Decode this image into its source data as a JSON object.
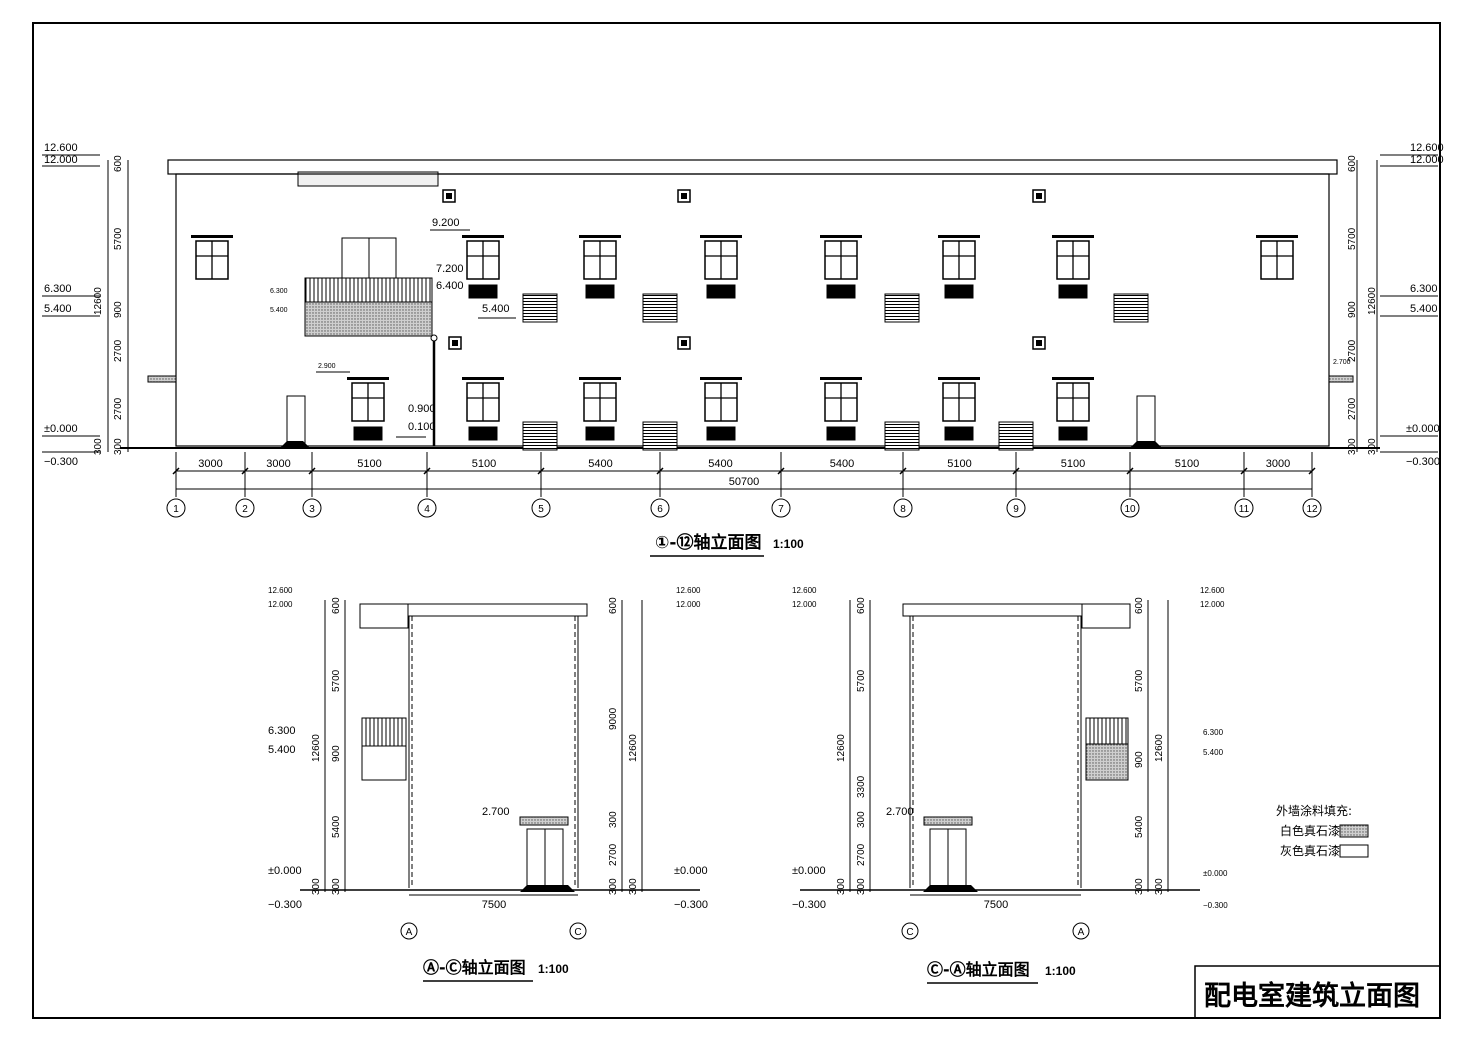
{
  "sheet_title": "配电室建筑立面图",
  "front": {
    "title": "①-⑫轴立面图",
    "scale": "1:100",
    "levels_left": [
      "12.600",
      "12.000",
      "6.300",
      "5.400",
      "±0.000",
      "−0.300"
    ],
    "levels_right": [
      "12.600",
      "12.000",
      "6.300",
      "5.400",
      "±0.000",
      "−0.300"
    ],
    "vert_dims_left": [
      "600",
      "5700",
      "12600",
      "900",
      "2700",
      "2700",
      "300",
      "300"
    ],
    "vert_dims_right": [
      "600",
      "5700",
      "12600",
      "900",
      "2700",
      "2700",
      "300",
      "300"
    ],
    "inner_levels": [
      "9.200",
      "7.200",
      "6.400",
      "5.400",
      "6.300",
      "5.400",
      "2.900",
      "0.900",
      "0.100",
      "2.700"
    ],
    "spans": [
      "3000",
      "3000",
      "5100",
      "5100",
      "5400",
      "5400",
      "5400",
      "5100",
      "5100",
      "5100",
      "3000"
    ],
    "total": "50700",
    "axes": [
      "1",
      "2",
      "3",
      "4",
      "5",
      "6",
      "7",
      "8",
      "9",
      "10",
      "11",
      "12"
    ]
  },
  "side_ac": {
    "title": "Ⓐ-Ⓒ轴立面图",
    "scale": "1:100",
    "levels_left": [
      "12.600",
      "12.000",
      "6.300",
      "5.400",
      "±0.000",
      "−0.300"
    ],
    "levels_right": [
      "12.600",
      "12.000",
      "±0.000",
      "−0.300"
    ],
    "canopy_level": "2.700",
    "dims_left": [
      "600",
      "5700",
      "12600",
      "900",
      "5400",
      "300",
      "300"
    ],
    "dims_right": [
      "600",
      "9000",
      "12600",
      "300",
      "2700",
      "300",
      "300"
    ],
    "width": "7500",
    "axes": [
      "A",
      "C"
    ]
  },
  "side_ca": {
    "title": "Ⓒ-Ⓐ轴立面图",
    "scale": "1:100",
    "levels_left": [
      "12.600",
      "12.000",
      "±0.000",
      "−0.300"
    ],
    "levels_right": [
      "12.600",
      "12.000",
      "6.300",
      "5.400",
      "±0.000",
      "−0.300"
    ],
    "canopy_level": "2.700",
    "dims_left": [
      "600",
      "5700",
      "12600",
      "3300",
      "300",
      "2700",
      "300",
      "300"
    ],
    "dims_right": [
      "600",
      "5700",
      "12600",
      "900",
      "5400",
      "300",
      "300"
    ],
    "width": "7500",
    "axes": [
      "C",
      "A"
    ]
  },
  "legend": {
    "title": "外墙涂料填充:",
    "items": [
      {
        "label": "白色真石漆",
        "fill": "#bdbdbd"
      },
      {
        "label": "灰色真石漆",
        "fill": "#ffffff"
      }
    ]
  }
}
